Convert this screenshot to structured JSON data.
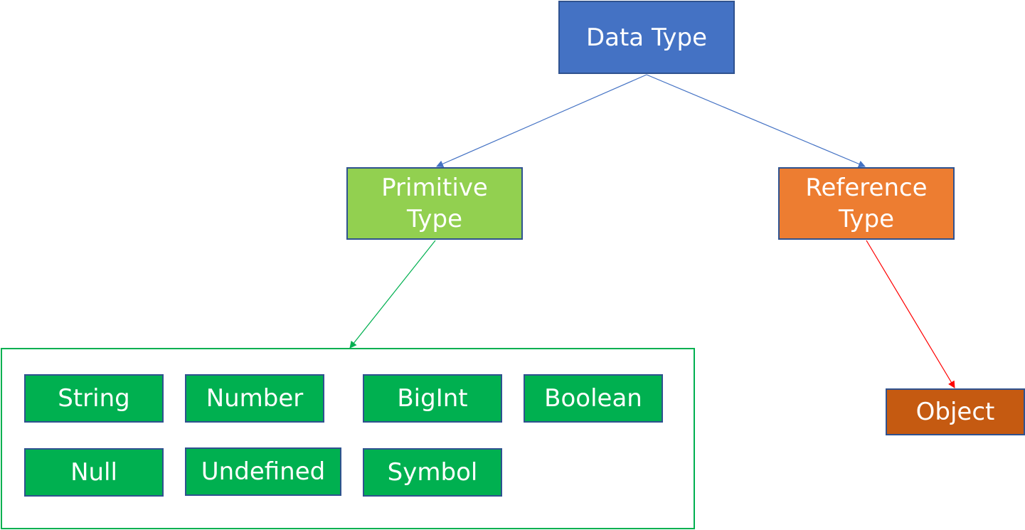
{
  "root": {
    "label": "Data Type",
    "color": "#4472c4"
  },
  "primitive": {
    "line1": "Primitive",
    "line2": "Type",
    "color": "#92d050"
  },
  "reference": {
    "line1": "Reference",
    "line2": "Type",
    "color": "#ed7d31"
  },
  "object": {
    "label": "Object",
    "color": "#c55a11"
  },
  "primitive_types": [
    "String",
    "Number",
    "BigInt",
    "Boolean",
    "Null",
    "Undefined",
    "Symbol"
  ],
  "edge_colors": {
    "root_edges": "#4472c4",
    "primitive_edge": "#00b050",
    "reference_edge": "#ff0000"
  }
}
